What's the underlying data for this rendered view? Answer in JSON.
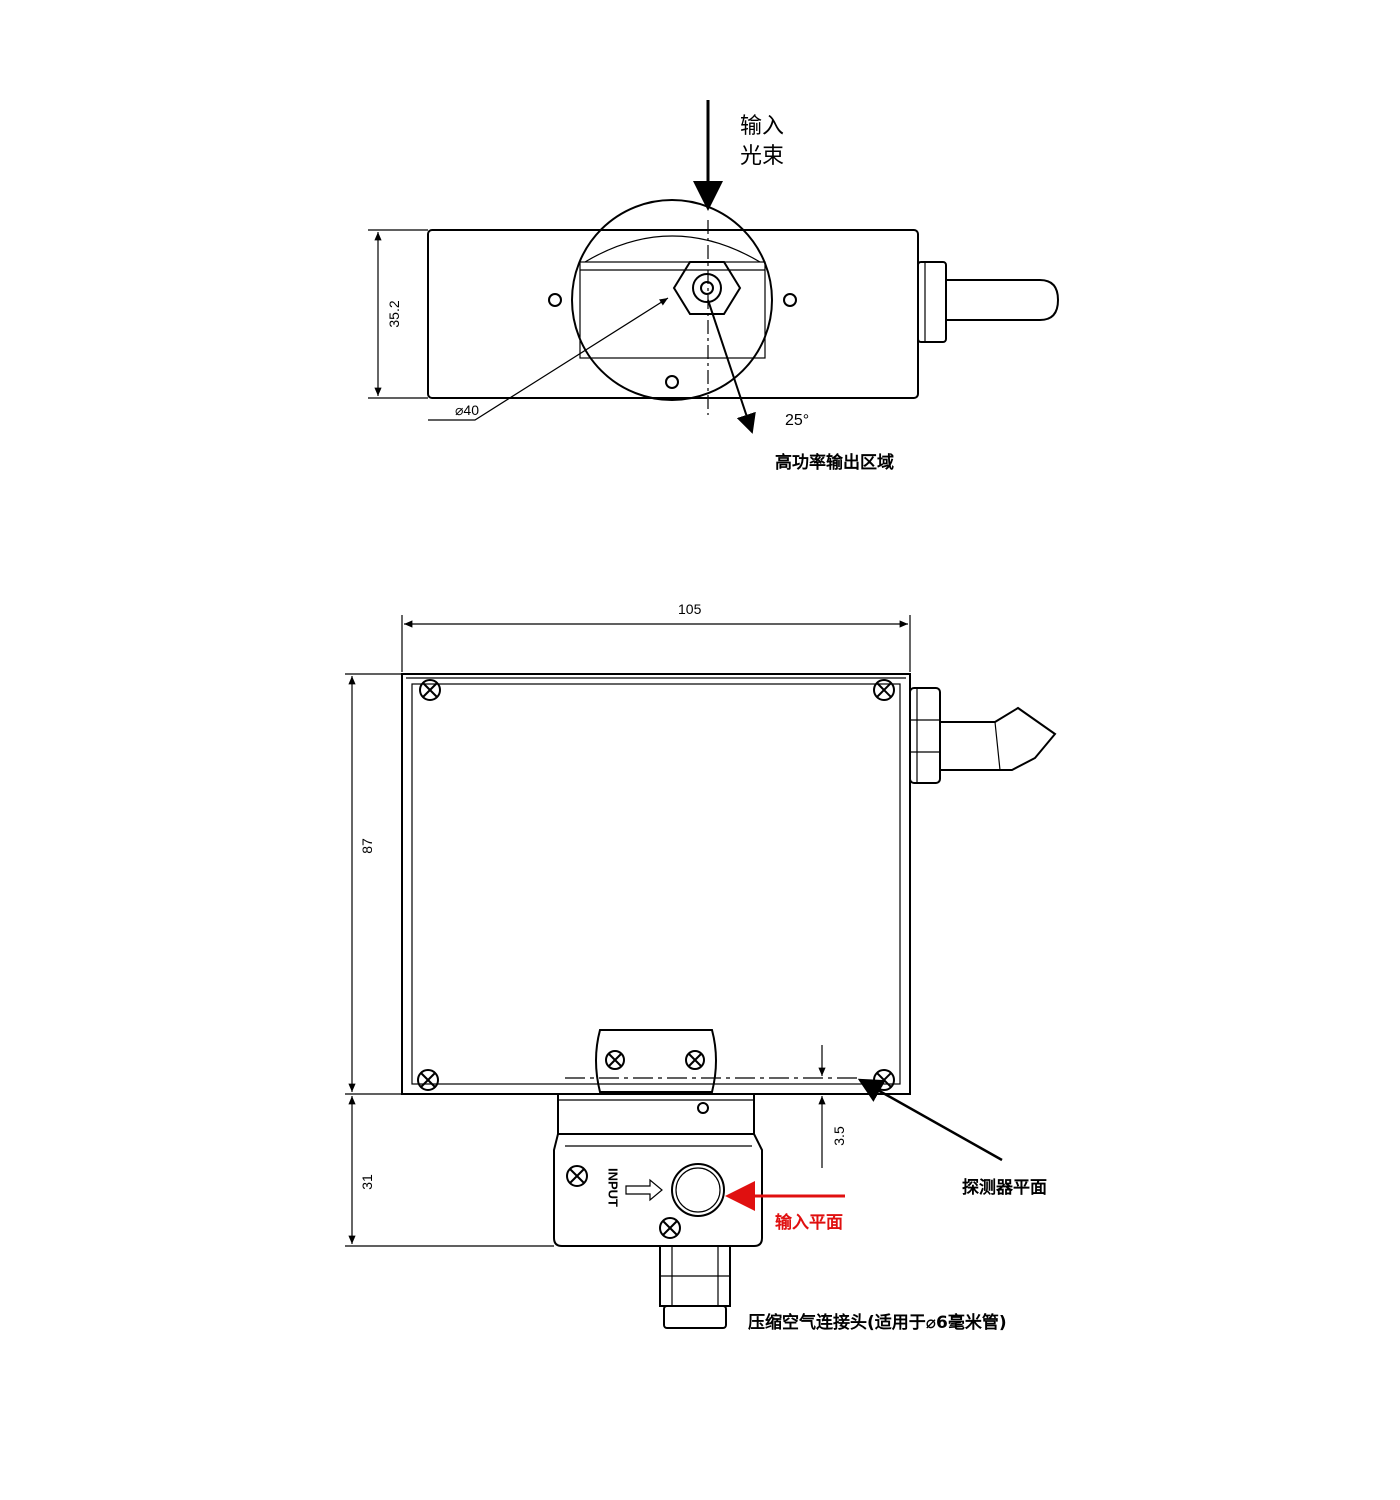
{
  "top_view": {
    "input_beam": "输入\n光束",
    "high_power_output": "高功率输出区域",
    "angle": "25°",
    "diameter": "⌀40",
    "height_dim": "35.2"
  },
  "front_view": {
    "width_dim": "105",
    "height_dim": "87",
    "lower_dim": "31",
    "offset_dim": "3.5",
    "detector_plane": "探测器平面",
    "input_plane": "输入平面",
    "input_marking": "INPUT",
    "air_connector": "压缩空气连接头(适用于⌀6毫米管)"
  },
  "colors": {
    "line": "#000000",
    "highlight": "#e01010"
  }
}
